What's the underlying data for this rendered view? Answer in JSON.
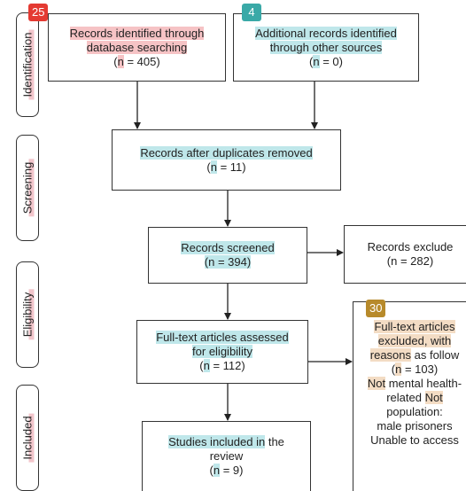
{
  "badges": {
    "identification_db": "25",
    "identification_other": "4",
    "excluded_fulltext": "30"
  },
  "colors": {
    "badge_red": "#e43a32",
    "badge_teal": "#3aa9a7",
    "badge_gold": "#b78a2b",
    "highlight_pink": "#f6c3c5",
    "highlight_teal": "#bfe7ea",
    "highlight_tan": "#f3dcc4"
  },
  "phases": {
    "identification": "Identification",
    "screening": "Screening",
    "eligibility": "Eligibility",
    "included": "Included"
  },
  "boxes": {
    "db_search": {
      "line1": "Records identified through",
      "line2": "database searching",
      "n_letter": "n",
      "n_value": " = 405)"
    },
    "other_sources": {
      "line1": "Additional records identified",
      "line2": "through other sources",
      "n_letter": "n",
      "n_value": " = 0)"
    },
    "duplicates": {
      "line1": "Records after duplicates removed",
      "n_letter": "n",
      "n_value": " = 11)"
    },
    "screened": {
      "line1": "Records screened",
      "line2": "(n = 394)"
    },
    "excluded": {
      "line1": "Records exclude",
      "line2": "(n = 282)"
    },
    "fulltext": {
      "line1": "Full-text articles assessed",
      "line2": "for eligibility",
      "n_letter": "n",
      "n_value": " = 112)"
    },
    "fulltext_excluded": {
      "line1": "Full-text articles",
      "line2": "excluded, with",
      "line3_hl": "reasons",
      "line3_rest": " as follow",
      "n_letter": "n",
      "n_value": " = 103)",
      "reason1_hl": "Not",
      "reason1_rest": " mental health-",
      "reason2_pre": "related ",
      "reason2_hl": "Not",
      "reason3": "population:",
      "reason4": "male prisoners",
      "reason5": "Unable to access"
    },
    "included": {
      "line1_hl": "Studies included in",
      "line1_rest": " the",
      "line2": "review",
      "n_letter": "n",
      "n_value": " = 9)"
    }
  }
}
